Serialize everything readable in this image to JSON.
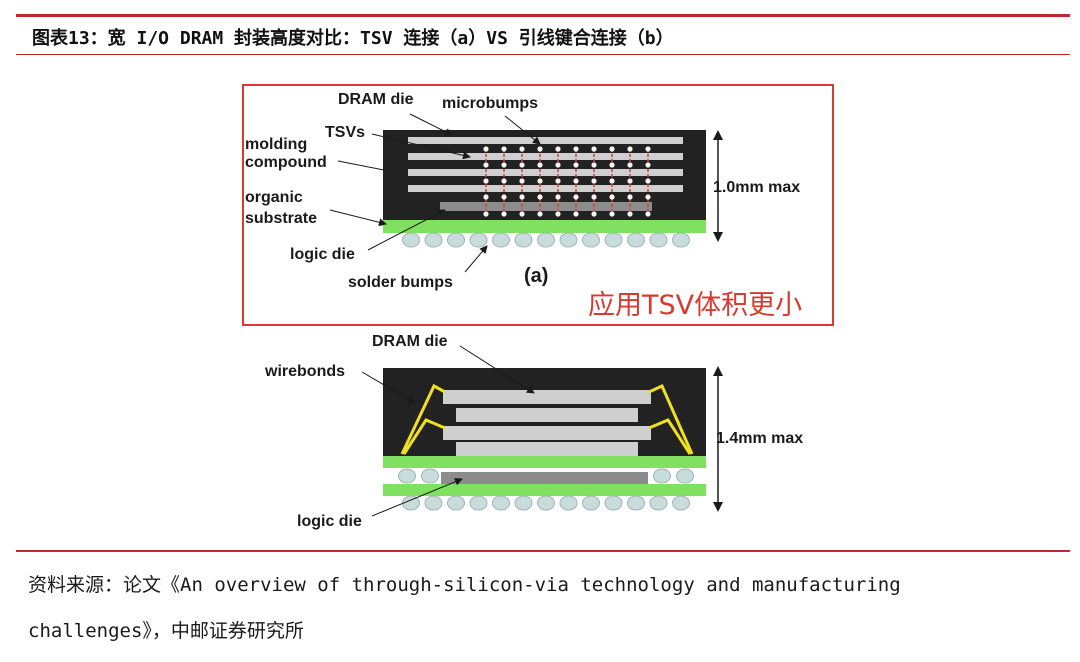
{
  "figure_title": "图表13：宽 I/O DRAM 封装高度对比：TSV 连接（a）VS 引线键合连接（b）",
  "diagram_a": {
    "labels": {
      "dram_die": "DRAM die",
      "microbumps": "microbumps",
      "tsvs": "TSVs",
      "molding_line1": "molding",
      "molding_line2": "compound",
      "organic_line1": "organic",
      "organic_line2": "substrate",
      "logic_die": "logic die",
      "solder_bumps": "solder bumps",
      "panel_label": "(a)",
      "height": "1.0mm max"
    },
    "annotation": "应用TSV体积更小",
    "colors": {
      "frame": "#d63b30",
      "annotation": "#d63b30",
      "tsv": "#d63b30",
      "substrate": "#80e060",
      "package": "#222222",
      "die": "#cfcfcf"
    }
  },
  "diagram_b": {
    "labels": {
      "dram_die": "DRAM die",
      "wirebonds": "wirebonds",
      "logic_die": "logic die",
      "height": "1.4mm max"
    },
    "colors": {
      "wirebond": "#f0e020"
    }
  },
  "source": {
    "line1": "资料来源：论文《An overview of through-silicon-via technology and manufacturing",
    "line2": "challenges》，中邮证券研究所"
  }
}
